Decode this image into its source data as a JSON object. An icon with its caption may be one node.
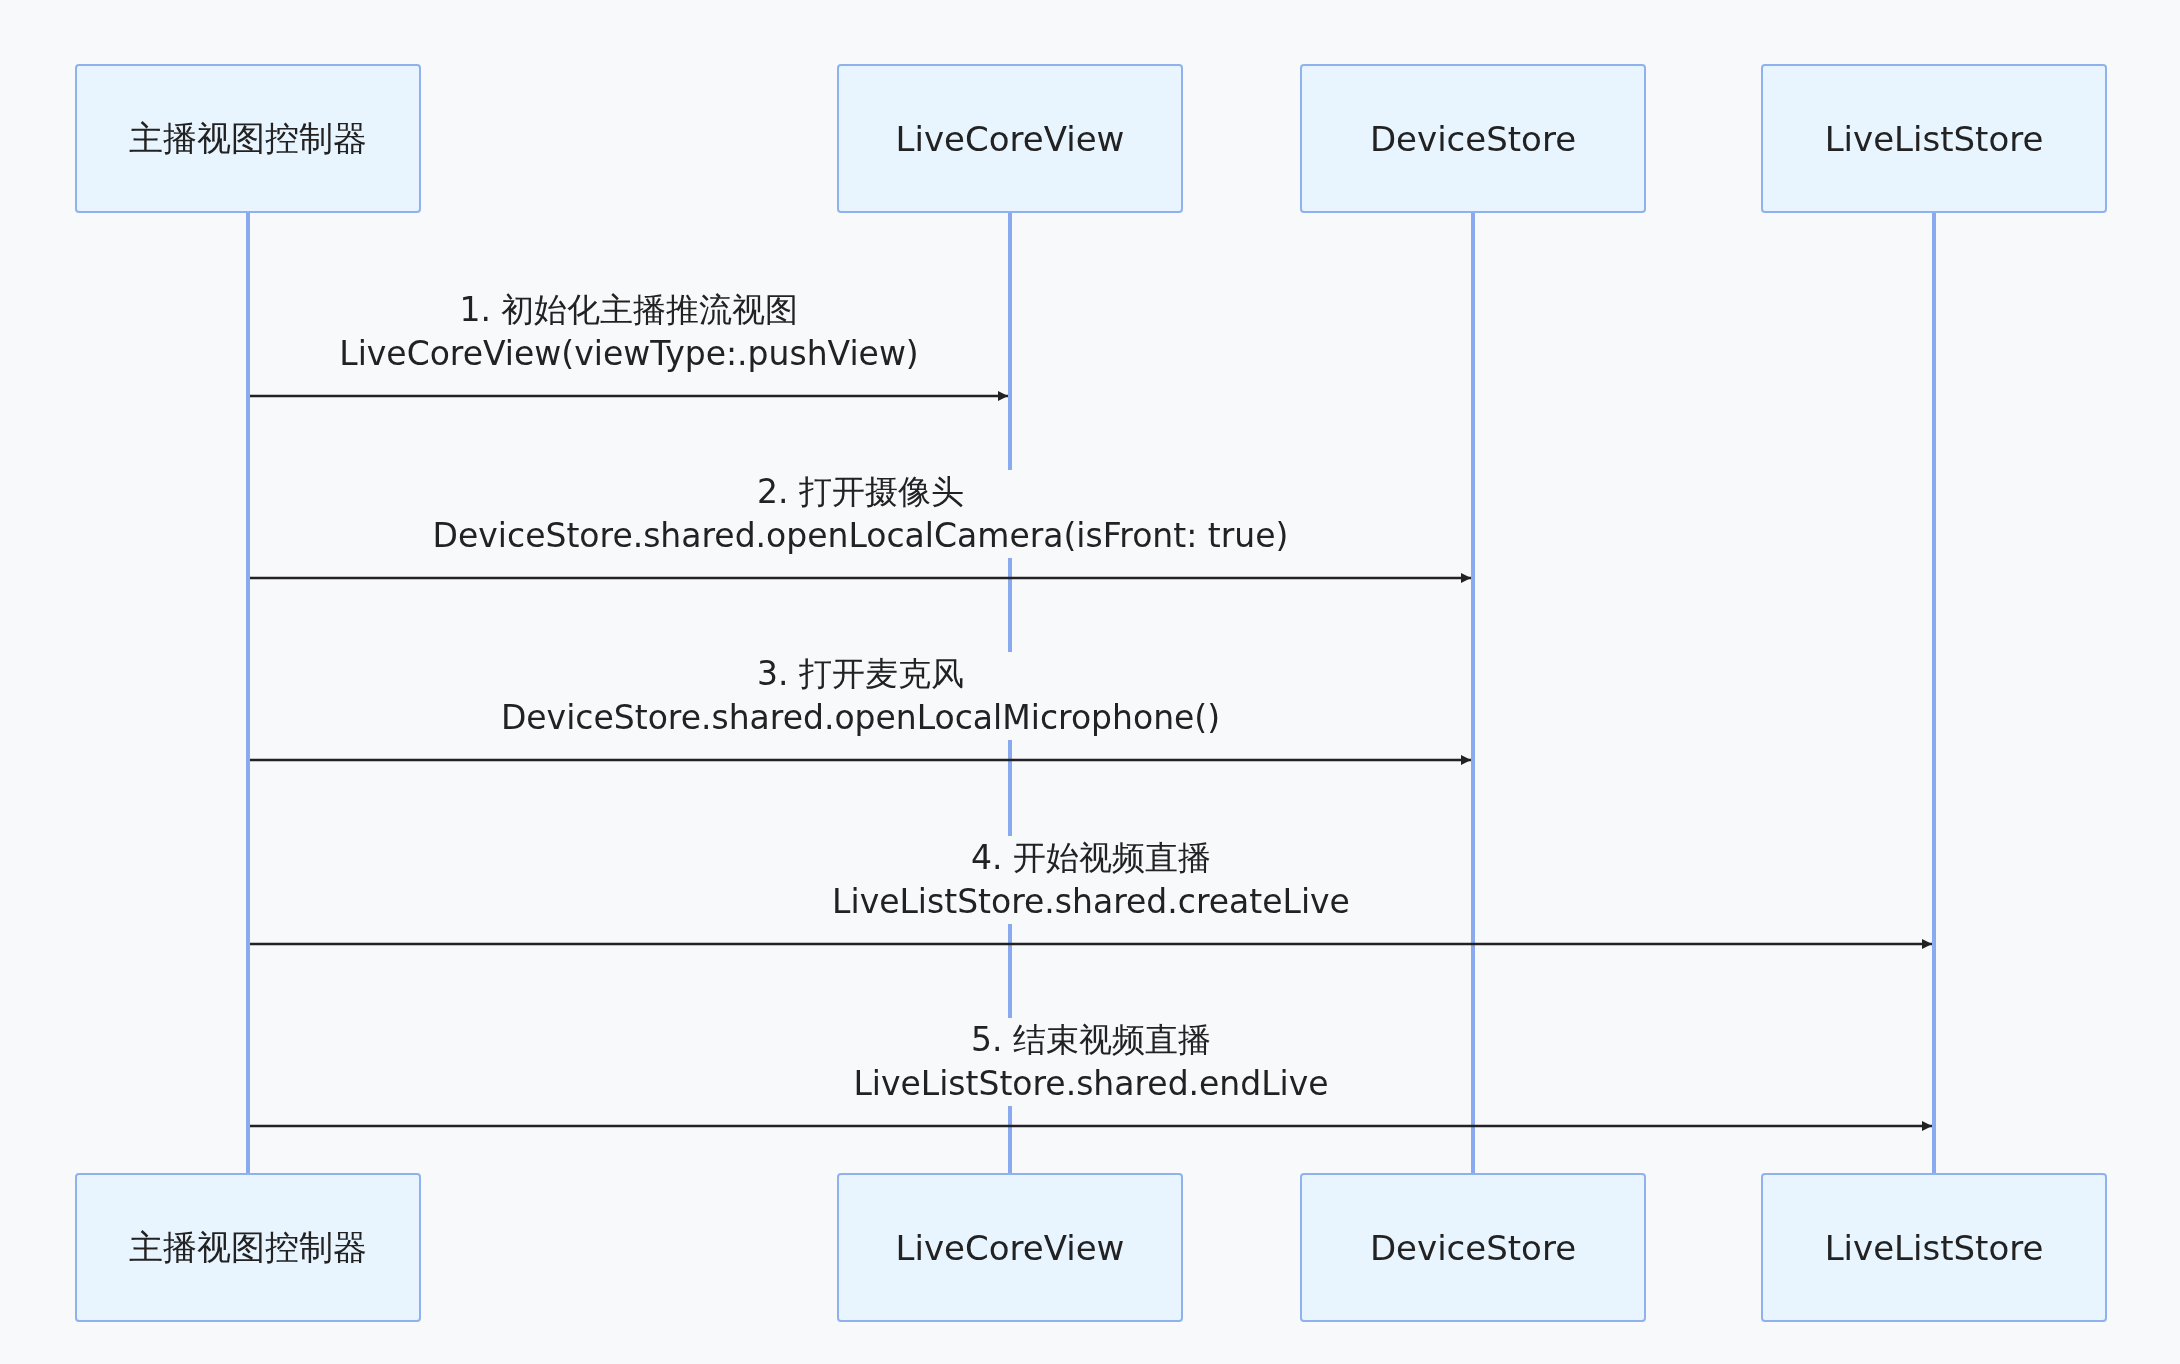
{
  "diagram": {
    "nodes": [
      {
        "text": [
          "主播视图控制器"
        ]
      },
      {
        "text": [
          "LiveCoreView"
        ]
      },
      {
        "text": [
          "DeviceStore"
        ]
      },
      {
        "text": [
          "LiveListStore"
        ]
      },
      {
        "text": [
          "主播视图控制器"
        ]
      },
      {
        "text": [
          "LiveCoreView"
        ]
      },
      {
        "text": [
          "DeviceStore"
        ]
      },
      {
        "text": [
          "LiveListStore"
        ]
      },
      {
        "text": [],
        "shape": "bar"
      },
      {
        "text": [],
        "shape": "bar"
      },
      {
        "text": [],
        "shape": "bar"
      },
      {
        "text": [],
        "shape": "bar"
      }
    ],
    "edges": [
      {
        "from": 8,
        "to": 9,
        "arrow": "to",
        "label": "1. 初始化主播推流视图 LiveCoreView(viewType:.pushView)"
      },
      {
        "from": 8,
        "to": 10,
        "arrow": "to",
        "label": "2. 打开摄像头 DeviceStore.shared.openLocalCamera(isFront: true)"
      },
      {
        "from": 8,
        "to": 10,
        "arrow": "to",
        "label": "3. 打开麦克风 DeviceStore.shared.openLocalMicrophone()"
      },
      {
        "from": 8,
        "to": 11,
        "arrow": "to",
        "label": "4. 开始视频直播 LiveListStore.shared.createLive"
      },
      {
        "from": 8,
        "to": 11,
        "arrow": "to",
        "label": "5. 结束视频直播 LiveListStore.shared.endLive"
      }
    ]
  }
}
